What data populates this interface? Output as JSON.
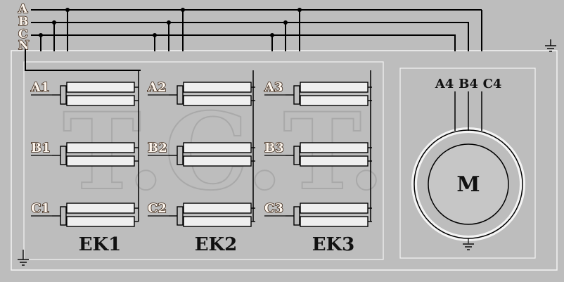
{
  "phases": [
    "A",
    "B",
    "C",
    "N"
  ],
  "banks": [
    {
      "name": "EK1",
      "terminals": [
        "A1",
        "B1",
        "C1"
      ]
    },
    {
      "name": "EK2",
      "terminals": [
        "A2",
        "B2",
        "C2"
      ]
    },
    {
      "name": "EK3",
      "terminals": [
        "A3",
        "B3",
        "C3"
      ]
    }
  ],
  "motor": {
    "label": "M",
    "terminals": [
      "A4",
      "B4",
      "C4"
    ]
  },
  "watermark": "T.C.T."
}
